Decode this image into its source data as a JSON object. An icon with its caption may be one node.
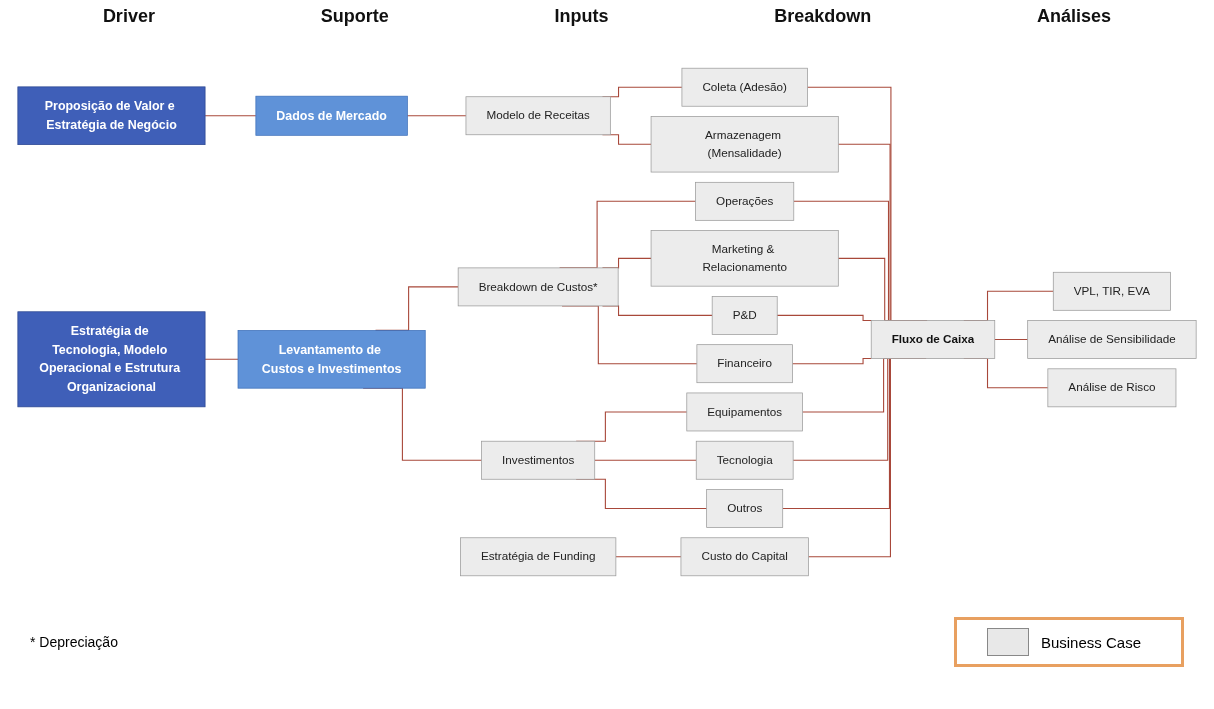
{
  "diagram": {
    "nodes": [
      {
        "text": [
          "Proposição de Valor e Estratégia de Negócio"
        ]
      },
      {
        "text": [
          "Dados de Mercado"
        ]
      },
      {
        "text": [
          "Modelo de Receitas"
        ]
      },
      {
        "text": [
          "Coleta (Adesão)"
        ]
      },
      {
        "text": [
          "Armazenagem (Mensalidade)"
        ]
      },
      {
        "text": [
          "Estratégia de Tecnologia, Modelo Operacional e Estrutura Organizacional"
        ]
      },
      {
        "text": [
          "Levantamento de Custos e Investimentos"
        ]
      },
      {
        "text": [
          "Breakdown de Custos*"
        ]
      },
      {
        "text": [
          "Operações"
        ]
      },
      {
        "text": [
          "Marketing & Relacionamento"
        ]
      },
      {
        "text": [
          "P&D"
        ]
      },
      {
        "text": [
          "Financeiro"
        ]
      },
      {
        "text": [
          "Investimentos"
        ]
      },
      {
        "text": [
          "Equipamentos"
        ]
      },
      {
        "text": [
          "Tecnologia"
        ]
      },
      {
        "text": [
          "Outros"
        ]
      },
      {
        "text": [
          "Estratégia de Funding"
        ]
      },
      {
        "text": [
          "Custo do Capital"
        ]
      },
      {
        "text": [
          "Fluxo de Caixa"
        ]
      },
      {
        "text": [
          "VPL, TIR, EVA"
        ]
      },
      {
        "text": [
          "Análise de Sensibilidade"
        ]
      },
      {
        "text": [
          "Análise de Risco"
        ]
      }
    ],
    "edges": [
      {
        "from": 0,
        "to": 1,
        "arrow": "none"
      },
      {
        "from": 1,
        "to": 2,
        "arrow": "none"
      },
      {
        "from": 2,
        "to": 3,
        "arrow": "none"
      },
      {
        "from": 2,
        "to": 4,
        "arrow": "none"
      },
      {
        "from": 5,
        "to": 6,
        "arrow": "none"
      },
      {
        "from": 6,
        "to": 7,
        "arrow": "none"
      },
      {
        "from": 6,
        "to": 12,
        "arrow": "none"
      },
      {
        "from": 7,
        "to": 8,
        "arrow": "none"
      },
      {
        "from": 7,
        "to": 9,
        "arrow": "none"
      },
      {
        "from": 7,
        "to": 10,
        "arrow": "none"
      },
      {
        "from": 7,
        "to": 11,
        "arrow": "none"
      },
      {
        "from": 12,
        "to": 13,
        "arrow": "none"
      },
      {
        "from": 12,
        "to": 14,
        "arrow": "none"
      },
      {
        "from": 12,
        "to": 15,
        "arrow": "none"
      },
      {
        "from": 3,
        "to": 18,
        "arrow": "none"
      },
      {
        "from": 4,
        "to": 18,
        "arrow": "none"
      },
      {
        "from": 8,
        "to": 18,
        "arrow": "none"
      },
      {
        "from": 9,
        "to": 18,
        "arrow": "none"
      },
      {
        "from": 10,
        "to": 18,
        "arrow": "none"
      },
      {
        "from": 11,
        "to": 18,
        "arrow": "none"
      },
      {
        "from": 13,
        "to": 18,
        "arrow": "none"
      },
      {
        "from": 14,
        "to": 18,
        "arrow": "none"
      },
      {
        "from": 15,
        "to": 18,
        "arrow": "none"
      },
      {
        "from": 16,
        "to": 17,
        "arrow": "none"
      },
      {
        "from": 17,
        "to": 18,
        "arrow": "none"
      },
      {
        "from": 18,
        "to": 19,
        "arrow": "none"
      },
      {
        "from": 18,
        "to": 20,
        "arrow": "none"
      },
      {
        "from": 18,
        "to": 21,
        "arrow": "none"
      }
    ],
    "labels": [
      "Driver",
      "Suporte",
      "Inputs",
      "Breakdown",
      "Análises",
      "* Depreciação"
    ],
    "legend": [
      {
        "text": "Business Case",
        "color": "#e8e8e8"
      }
    ]
  }
}
